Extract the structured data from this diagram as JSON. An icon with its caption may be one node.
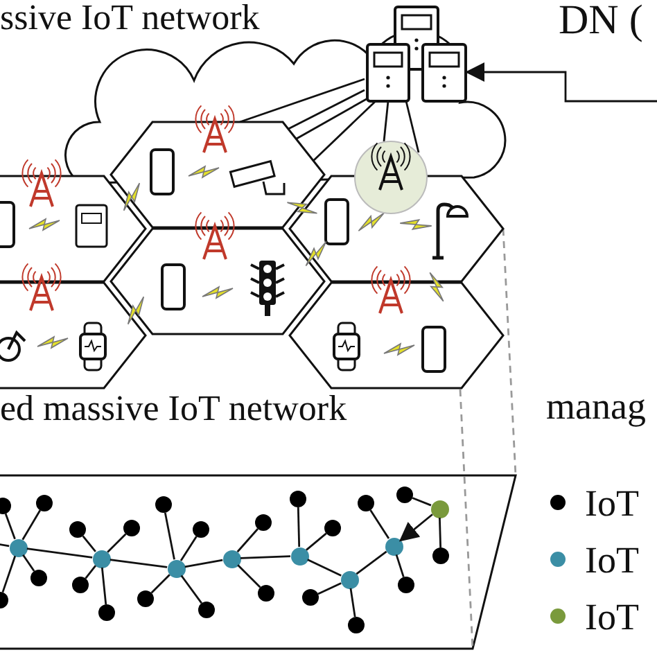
{
  "diagram": {
    "nodes": [
      {
        "text": [],
        "shape": "server"
      },
      {
        "text": [],
        "shape": "hexagon"
      },
      {
        "text": [],
        "shape": "hexagon"
      },
      {
        "text": [],
        "shape": "hexagon"
      },
      {
        "text": [],
        "shape": "hexagon"
      },
      {
        "text": [],
        "shape": "hexagon"
      },
      {
        "text": [],
        "shape": "hexagon"
      },
      {
        "text": [],
        "shape": "antenna"
      },
      {
        "text": [
          "ed massive IoT network"
        ]
      },
      {
        "text": [],
        "shape": "circle",
        "in": 8
      },
      {
        "text": [],
        "shape": "circle",
        "in": 8
      },
      {
        "text": [],
        "shape": "circle",
        "in": 8
      },
      {
        "text": [],
        "shape": "circle",
        "in": 8
      },
      {
        "text": [],
        "shape": "circle",
        "in": 8
      },
      {
        "text": [],
        "shape": "circle",
        "in": 8
      },
      {
        "text": [],
        "shape": "circle",
        "in": 8
      },
      {
        "text": [],
        "shape": "circle",
        "in": 8
      },
      {
        "text": [],
        "shape": "circle",
        "in": 8
      },
      {
        "text": [],
        "shape": "circle",
        "in": 8
      },
      {
        "text": [],
        "shape": "circle",
        "in": 8
      },
      {
        "text": [],
        "shape": "circle",
        "in": 8
      },
      {
        "text": [],
        "shape": "circle",
        "in": 8
      },
      {
        "text": [],
        "shape": "circle",
        "in": 8
      },
      {
        "text": [],
        "shape": "circle",
        "in": 8
      },
      {
        "text": [],
        "shape": "circle",
        "in": 8
      },
      {
        "text": [],
        "shape": "circle",
        "in": 8
      },
      {
        "text": [],
        "shape": "circle",
        "in": 8
      },
      {
        "text": [],
        "shape": "circle",
        "in": 8
      },
      {
        "text": [],
        "shape": "circle",
        "in": 8
      },
      {
        "text": [],
        "shape": "circle",
        "in": 8
      },
      {
        "text": [],
        "shape": "circle",
        "in": 8
      },
      {
        "text": [],
        "shape": "circle",
        "in": 8
      },
      {
        "text": [],
        "shape": "circle",
        "in": 8
      },
      {
        "text": [],
        "shape": "circle",
        "in": 8
      },
      {
        "text": [],
        "shape": "circle",
        "in": 8
      },
      {
        "text": [],
        "shape": "circle",
        "in": 8
      },
      {
        "text": [],
        "shape": "circle",
        "in": 8
      },
      {
        "text": [],
        "shape": "circle",
        "in": 8
      },
      {
        "text": [],
        "shape": "circle",
        "in": 8
      }
    ],
    "edges": [
      {
        "from": 0,
        "to": 1,
        "arrow": "none"
      },
      {
        "from": 0,
        "to": 1,
        "arrow": "none"
      },
      {
        "from": 0,
        "to": 1,
        "arrow": "none"
      },
      {
        "from": 0,
        "to": 1,
        "arrow": "none"
      },
      {
        "from": 0,
        "to": 7,
        "arrow": "none"
      },
      {
        "from": 0,
        "to": 7,
        "arrow": "none"
      },
      {
        "from": null,
        "to": 0,
        "arrow": "to"
      },
      {
        "from": 3,
        "to": 8,
        "arrow": "none",
        "style": "dashed",
        "color": "#999999"
      },
      {
        "from": 6,
        "to": 8,
        "arrow": "none",
        "style": "dashed",
        "color": "#999999"
      },
      {
        "from": null,
        "to": 11,
        "arrow": "none"
      },
      {
        "from": 11,
        "to": 10,
        "arrow": "none"
      },
      {
        "from": 11,
        "to": 13,
        "arrow": "none"
      },
      {
        "from": 11,
        "to": 12,
        "arrow": "none"
      },
      {
        "from": 11,
        "to": 9,
        "arrow": "none"
      },
      {
        "from": 11,
        "to": 16,
        "arrow": "none"
      },
      {
        "from": 16,
        "to": 14,
        "arrow": "none"
      },
      {
        "from": 16,
        "to": 18,
        "arrow": "none"
      },
      {
        "from": 16,
        "to": 15,
        "arrow": "none"
      },
      {
        "from": 16,
        "to": 17,
        "arrow": "none"
      },
      {
        "from": 16,
        "to": 21,
        "arrow": "none"
      },
      {
        "from": 21,
        "to": 20,
        "arrow": "none"
      },
      {
        "from": 21,
        "to": 22,
        "arrow": "none"
      },
      {
        "from": 21,
        "to": 19,
        "arrow": "none"
      },
      {
        "from": 21,
        "to": 23,
        "arrow": "none"
      },
      {
        "from": 21,
        "to": 24,
        "arrow": "none"
      },
      {
        "from": 24,
        "to": 25,
        "arrow": "none"
      },
      {
        "from": 24,
        "to": 26,
        "arrow": "none"
      },
      {
        "from": 24,
        "to": 28,
        "arrow": "none"
      },
      {
        "from": 28,
        "to": 27,
        "arrow": "none"
      },
      {
        "from": 28,
        "to": 30,
        "arrow": "none"
      },
      {
        "from": 28,
        "to": 31,
        "arrow": "none"
      },
      {
        "from": 31,
        "to": 29,
        "arrow": "none"
      },
      {
        "from": 31,
        "to": 32,
        "arrow": "none"
      },
      {
        "from": 31,
        "to": 34,
        "arrow": "none"
      },
      {
        "from": 34,
        "to": 33,
        "arrow": "none"
      },
      {
        "from": 34,
        "to": 36,
        "arrow": "none"
      },
      {
        "from": 37,
        "to": 34,
        "arrow": "to"
      },
      {
        "from": 37,
        "to": 35,
        "arrow": "none"
      },
      {
        "from": 37,
        "to": 38,
        "arrow": "none"
      }
    ],
    "labels": [
      "ssive IoT network",
      "DN (",
      "manag"
    ],
    "legend": [
      {
        "text": "IoT",
        "color": "#000000"
      },
      {
        "text": "IoT",
        "color": "#3b8ea5"
      },
      {
        "text": "IoT",
        "color": "#7a9a3c"
      }
    ]
  }
}
